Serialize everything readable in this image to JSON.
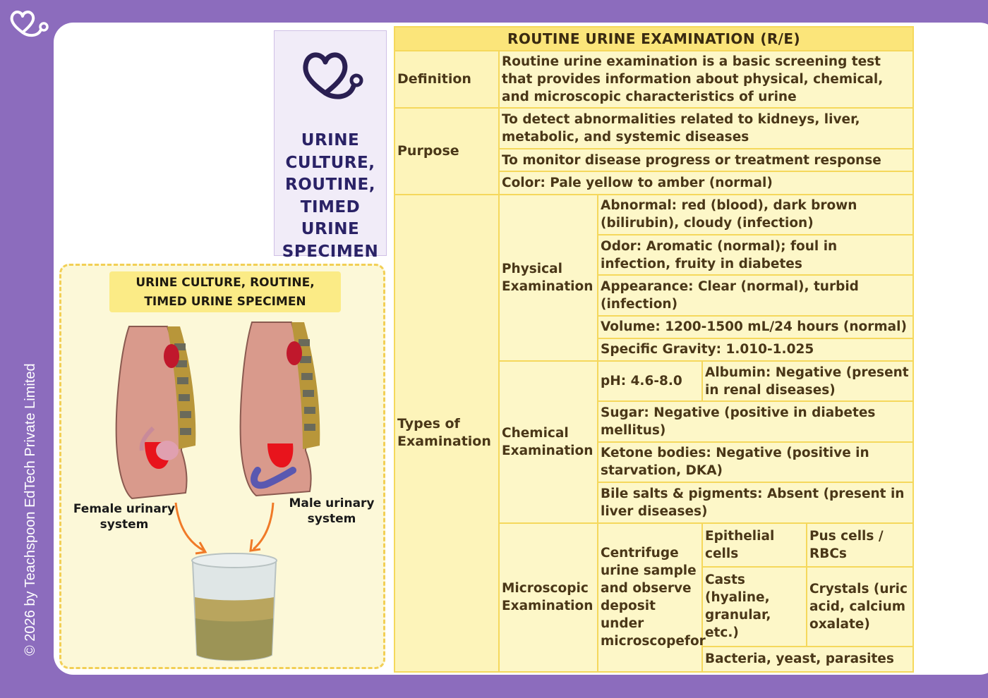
{
  "copyright": "© 2026 by Teachspoon EdTech Private Limited",
  "logo_icon": "heart-stethoscope-icon",
  "title_box": {
    "lines": [
      "URINE",
      "CULTURE,",
      "ROUTINE,",
      "TIMED",
      "URINE",
      "SPECIMEN"
    ]
  },
  "illustration": {
    "title_lines": [
      "URINE CULTURE, ROUTINE,",
      "TIMED URINE SPECIMEN"
    ],
    "female_label_lines": [
      "Female urinary",
      "system"
    ],
    "male_label_lines": [
      "Male urinary",
      "system"
    ]
  },
  "table": {
    "header": "ROUTINE URINE EXAMINATION (R/E)",
    "definition": {
      "label": "Definition",
      "text": "Routine urine examination is a basic screening test that provides information about physical, chemical, and microscopic characteristics of urine"
    },
    "purpose": {
      "label": "Purpose",
      "items": [
        "To detect abnormalities related to kidneys, liver, metabolic, and systemic diseases",
        "To monitor disease progress or treatment response",
        "Color: Pale yellow to amber (normal)"
      ]
    },
    "types_label": "Types of Examination",
    "physical": {
      "label": "Physical Examination",
      "items": [
        "Abnormal: red (blood), dark brown (bilirubin), cloudy (infection)",
        "Odor: Aromatic (normal); foul in infection, fruity in diabetes",
        "Appearance: Clear (normal), turbid (infection)",
        "Volume: 1200-1500 mL/24 hours (normal)",
        "Specific Gravity: 1.010-1.025"
      ]
    },
    "chemical": {
      "label": "Chemical Examination",
      "ph": "pH: 4.6-8.0",
      "albumin": "Albumin: Negative (present in renal diseases)",
      "items": [
        "Sugar: Negative (positive in diabetes mellitus)",
        "Ketone bodies: Negative (positive in starvation, DKA)",
        "Bile salts & pigments: Absent (present in liver diseases)"
      ]
    },
    "microscopic": {
      "label": "Microscopic Examination",
      "method": "Centrifuge urine sample and observe deposit under microscopefor",
      "epithelial": "Epithelial cells",
      "pus": "Pus cells / RBCs",
      "casts": "Casts (hyaline, granular, etc.)",
      "crystals": "Crystals (uric acid, calcium oxalate)",
      "bacteria": "Bacteria, yeast, parasites"
    }
  }
}
